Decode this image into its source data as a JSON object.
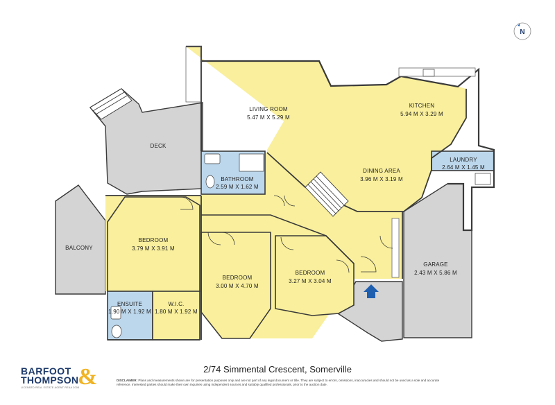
{
  "rooms": {
    "living": {
      "name": "LIVING ROOM",
      "dims": "5.47 M X 5.29 M"
    },
    "kitchen": {
      "name": "KITCHEN",
      "dims": "5.94 M X 3.29 M"
    },
    "deck": {
      "name": "DECK"
    },
    "bathroom": {
      "name": "BATHROOM",
      "dims": "2.59 M X 1.62 M"
    },
    "dining": {
      "name": "DINING AREA",
      "dims": "3.96 M X 3.19 M"
    },
    "laundry": {
      "name": "LAUNDRY",
      "dims": "2.64 M X 1.45 M"
    },
    "balcony": {
      "name": "BALCONY"
    },
    "bedroom1": {
      "name": "BEDROOM",
      "dims": "3.79 M X 3.91 M"
    },
    "bedroom2": {
      "name": "BEDROOM",
      "dims": "3.00 M X 4.70 M"
    },
    "bedroom3": {
      "name": "BEDROOM",
      "dims": "3.27 M X 3.04 M"
    },
    "garage": {
      "name": "GARAGE",
      "dims": "2.43 M X 5.86 M"
    },
    "ensuite": {
      "name": "ENSUITE",
      "dims": "1.90 M X 1.92 M"
    },
    "wic": {
      "name": "W.I.C.",
      "dims": "1.80 M X 1.92 M"
    }
  },
  "north_label": "N",
  "address": "2/74 Simmental Crescent, Somerville",
  "brand": {
    "line1": "BARFOOT",
    "line2": "THOMPSON",
    "amp": "&",
    "tagline": "LICENSED REAL ESTATE AGENT REAA 2008"
  },
  "disclaimer": {
    "label": "DISCLAIMER:",
    "text": "Plans and measurements shown are for presentation purposes only and are not part of any legal document or title. They are subject to errors, omissions, inaccuracies and should not be used as a sole and accurate reference. Interested parties should make their own inquiries using independent sources and suitably qualified professionals, prior to the auction date."
  },
  "colors": {
    "living": "#f9ef9c",
    "wet": "#bcd7ec",
    "outdoor": "#d4d4d4",
    "wall": "#3a3a3a",
    "entry_arrow": "#1f5fb0"
  }
}
